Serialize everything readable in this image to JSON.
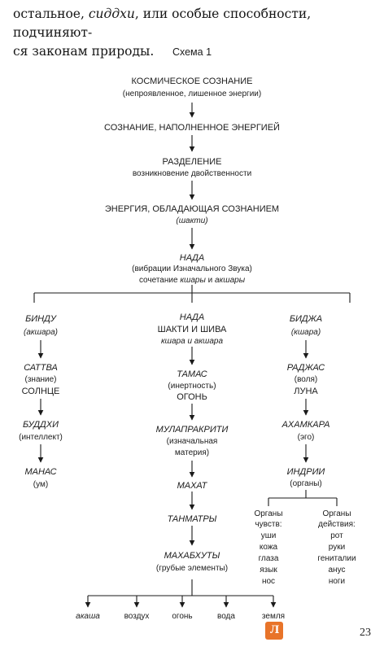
{
  "intro": {
    "line1_start": "остальное,",
    "line1_italic": "сиддхи",
    "line1_end": ", или особые способности, подчиняют-",
    "line2": "ся законам природы."
  },
  "scheme_title": "Схема 1",
  "nodes": {
    "cosmic_title": "КОСМИЧЕСКОЕ СОЗНАНИЕ",
    "cosmic_sub": "(непроявленное, лишенное энергии)",
    "energy_filled": "СОЗНАНИЕ, НАПОЛНЕННОЕ ЭНЕРГИЕЙ",
    "separation_title": "РАЗДЕЛЕНИЕ",
    "separation_sub": "возникновение двойственности",
    "energy_conscious": "ЭНЕРГИЯ, ОБЛАДАЮЩАЯ СОЗНАНИЕМ",
    "shakti": "(шакти)",
    "nada_top": "НАДА",
    "nada_vibration": "(вибрации Изначального Звука)",
    "combination": "сочетание",
    "kshara": "кшары",
    "and": "и",
    "akshara": "акшары"
  },
  "left_branch": {
    "bindu": "БИНДУ",
    "bindu_sub": "(акшара)",
    "sattva": "САТТВА",
    "sattva_sub": "(знание)",
    "sun": "СОЛНЦЕ",
    "buddhi": "БУДДХИ",
    "buddhi_sub": "(интеллект)",
    "manas": "МАНАС",
    "manas_sub": "(ум)"
  },
  "middle_branch": {
    "nada": "НАДА",
    "shakti_shiva": "ШАКТИ И ШИВА",
    "kshara_akshara": "кшара и акшара",
    "tamas": "ТАМАС",
    "tamas_sub": "(инертность)",
    "fire": "ОГОНЬ",
    "mulaprakriti": "МУЛАПРАКРИТИ",
    "mula_sub1": "(изначальная",
    "mula_sub2": "материя)",
    "mahat": "МАХАТ",
    "tanmatras": "ТАНМАТРЫ",
    "mahabhutas": "МАХАБХУТЫ",
    "mahabhutas_sub": "(грубые элементы)"
  },
  "right_branch": {
    "bija": "БИДЖА",
    "bija_sub": "(кшара)",
    "rajas": "РАДЖАС",
    "rajas_sub": "(воля)",
    "moon": "ЛУНА",
    "ahamkara": "АХАМКАРА",
    "ahamkara_sub": "(эго)",
    "indriya": "ИНДРИИ",
    "indriya_sub": "(органы)"
  },
  "organs": {
    "senses_title1": "Органы",
    "senses_title2": "чувств:",
    "senses_items": [
      "уши",
      "кожа",
      "глаза",
      "язык",
      "нос"
    ],
    "action_title1": "Органы",
    "action_title2": "действия:",
    "action_items": [
      "рот",
      "руки",
      "гениталии",
      "анус",
      "ноги"
    ]
  },
  "elements": [
    "акаша",
    "воздух",
    "огонь",
    "вода",
    "земля"
  ],
  "page_number": "23",
  "colors": {
    "text": "#1c1c1c",
    "line": "#1a1a1a",
    "logo": "#e8742a"
  }
}
